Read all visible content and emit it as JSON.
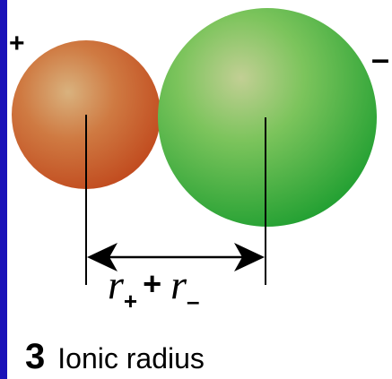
{
  "labels": {
    "cation_charge": "+",
    "anion_charge": "–",
    "r_symbol": "r",
    "cation_sub": "+",
    "anion_sub": "–",
    "plus_operator": "+",
    "figure_number": "3",
    "caption": "Ionic radius"
  },
  "colors": {
    "background_border": "#1a12b8",
    "cation_fill": "#c8642c",
    "anion_fill": "#2aa238",
    "line": "#000000"
  },
  "icons": {
    "cation": "cation-sphere-icon",
    "anion": "anion-sphere-icon",
    "arrow": "double-arrow-icon"
  }
}
